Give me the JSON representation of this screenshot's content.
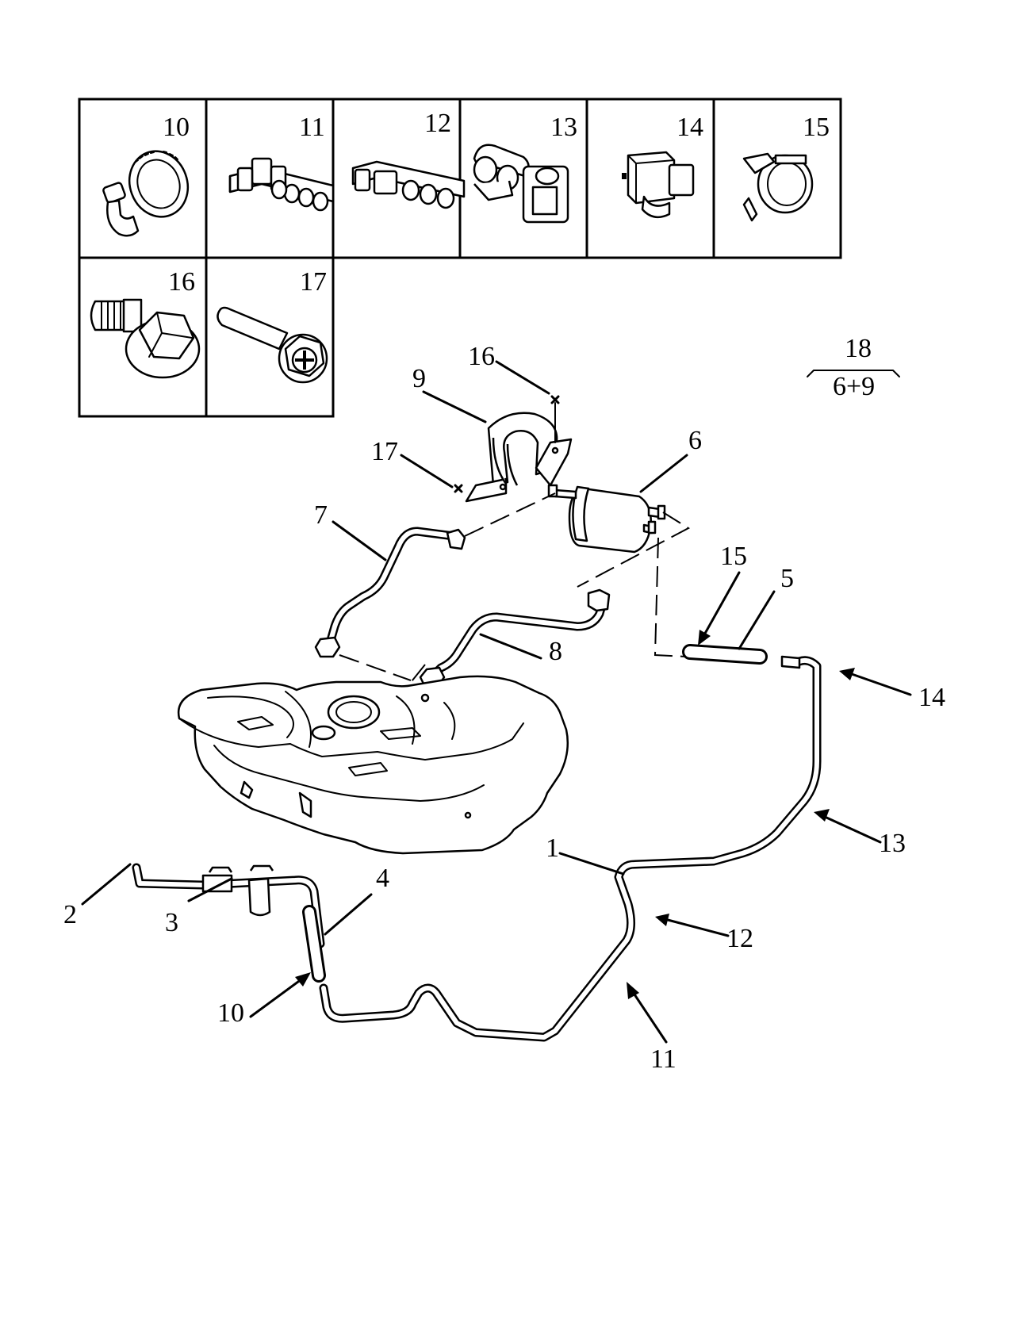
{
  "legend_boxes": [
    {
      "label": "10",
      "icon": "hose-clamp-icon"
    },
    {
      "label": "11",
      "icon": "pipe-clip-4-icon"
    },
    {
      "label": "12",
      "icon": "pipe-clip-5-icon"
    },
    {
      "label": "13",
      "icon": "double-pipe-clip-icon"
    },
    {
      "label": "14",
      "icon": "pipe-connector-clip-icon"
    },
    {
      "label": "15",
      "icon": "spring-clamp-icon"
    },
    {
      "label": "16",
      "icon": "hex-flange-bolt-icon"
    },
    {
      "label": "17",
      "icon": "phillips-hex-bolt-icon"
    }
  ],
  "kit_note": {
    "top": "18",
    "bottom": "6+9"
  },
  "callouts": {
    "c1": "1",
    "c2": "2",
    "c3": "3",
    "c4": "4",
    "c5": "5",
    "c6": "6",
    "c7": "7",
    "c8": "8",
    "c9": "9",
    "c10": "10",
    "c11": "11",
    "c12": "12",
    "c13": "13",
    "c14": "14",
    "c15": "15",
    "c16": "16",
    "c17": "17"
  },
  "parts": {
    "fuel_tank": "fuel-tank-icon",
    "fuel_filter": "fuel-filter-icon",
    "filter_bracket": "filter-bracket-icon"
  }
}
